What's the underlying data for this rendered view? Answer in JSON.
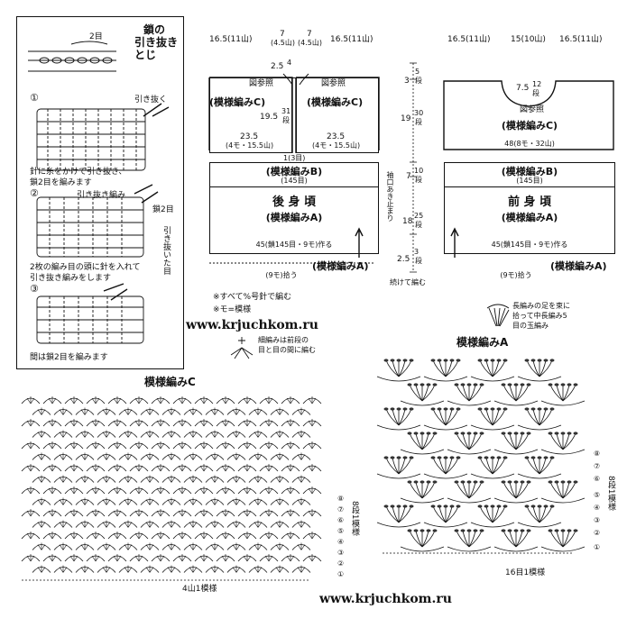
{
  "left_panel": {
    "title_line1": "鎖の",
    "title_line2": "引き抜き",
    "title_line3": "とじ",
    "label_2me": "2目",
    "step1_num": "①",
    "step1_tag": "引き抜く",
    "step1_text1": "針に糸をかけて引き抜き、",
    "step1_text2": "鎖2目を編みます",
    "step2_num": "②",
    "step2_tag1": "引き抜き編み",
    "step2_tag2": "鎖2目",
    "step2_side": "引き抜いた目",
    "step2_text1": "2枚の編み目の頭に針を入れて",
    "step2_text2": "引き抜き編みをします",
    "step3_num": "③",
    "step3_text": "間は鎖2目を編みます"
  },
  "back_panel": {
    "top_dim_left": "16.5(11山)",
    "top_dim_mid1": "7",
    "top_dim_mid1_sub": "(4.5山)",
    "top_dim_mid2": "7",
    "top_dim_mid2_sub": "(4.5山)",
    "top_dim_right": "16.5(11山)",
    "neck_dim": "2.5",
    "neck_rows": "4",
    "ref_left": "図参照",
    "ref_right": "図参照",
    "yoke_left": "(模様編みC)",
    "yoke_right": "(模様編みC)",
    "h_19_5": "19.5",
    "h_31": "31",
    "h_31_sub": "段",
    "w_left": "23.5",
    "w_left_sub": "(4モ・15.5山)",
    "w_right": "23.5",
    "w_right_sub": "(4モ・15.5山)",
    "gap": "1(3目)",
    "band_b": "(模様編みB)",
    "band_b_count": "(145目)",
    "name": "後 身 頃",
    "body_a": "(模様編みA)",
    "bottom_width": "45(鎖145目・9モ)作る",
    "hem_dim": "(9モ)拾う",
    "hem_label": "(模様編みA)"
  },
  "middle": {
    "h3": "3",
    "h3_rows": "5",
    "h3_rows_sub": "段",
    "h19": "19",
    "h19_rows": "30",
    "h19_rows_sub": "段",
    "h7": "7",
    "h7_rows": "10",
    "h7_rows_sub": "段",
    "h18": "18",
    "h18_rows": "25",
    "h18_rows_sub": "段",
    "h2_5": "2.5",
    "h2_5_rows": "3",
    "h2_5_rows_sub": "段",
    "side_label": "袖口あき止まり",
    "continue_label": "続けて編む"
  },
  "front_panel": {
    "top_dim_left": "16.5(11山)",
    "top_dim_mid": "15(10山)",
    "top_dim_right": "16.5(11山)",
    "neck_dim": "7.5",
    "neck_rows": "12",
    "neck_rows_sub": "段",
    "ref": "図参照",
    "yoke": "(模様編みC)",
    "yoke_width": "48(8モ・32山)",
    "band_b": "(模様編みB)",
    "band_b_count": "(145目)",
    "name": "前 身 頃",
    "body_a": "(模様編みA)",
    "bottom_width": "45(鎖145目・9モ)作る",
    "hem_dim": "(9モ)拾う",
    "hem_label": "(模様編みA)"
  },
  "notes": {
    "note1": "※すべて%号針で編む",
    "note2": "※モ=模様",
    "website_top": "www.krjuchkom.ru",
    "website_bottom": "www.krjuchkom.ru",
    "legend_sc": "細編みは前段の",
    "legend_sc2": "目と目の間に編む",
    "legend_puff1": "長編みの足を束に",
    "legend_puff2": "拾って中長編み5",
    "legend_puff3": "目の玉編み"
  },
  "pattern_c": {
    "title": "模様編みC",
    "repeat": "4山1模様",
    "rows_label": "8段1模様",
    "row_marks": [
      "⑧",
      "⑦",
      "⑥",
      "⑤",
      "④",
      "③",
      "②",
      "①"
    ]
  },
  "pattern_a": {
    "title": "模様編みA",
    "repeat": "16目1模様",
    "rows_label": "8段1模様",
    "row_marks": [
      "⑧",
      "⑦",
      "⑥",
      "⑤",
      "④",
      "③",
      "②",
      "①"
    ]
  }
}
